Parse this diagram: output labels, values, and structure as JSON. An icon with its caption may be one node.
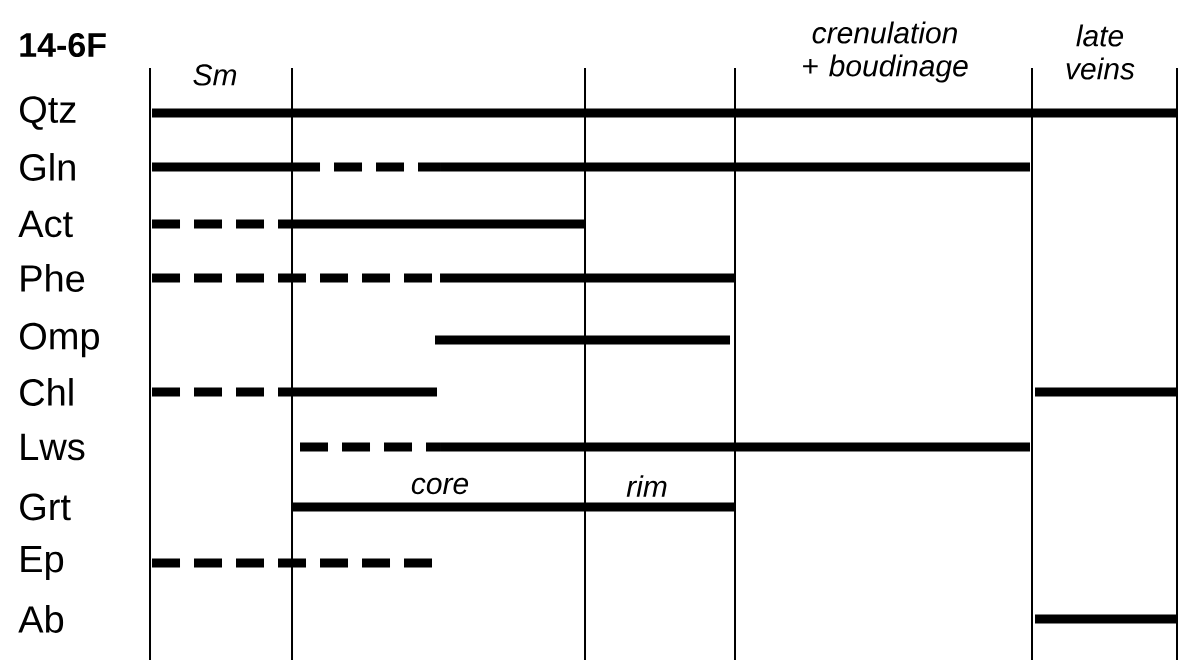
{
  "diagram": {
    "title": "14-6F",
    "labels": [
      "crenulation + boudinage",
      "late veins",
      "Sm",
      "Qtz",
      "Gln",
      "Act",
      "Phe",
      "Omp",
      "Chl",
      "Lws",
      "core",
      "rim",
      "Grt",
      "Ep",
      "Ab"
    ]
  }
}
